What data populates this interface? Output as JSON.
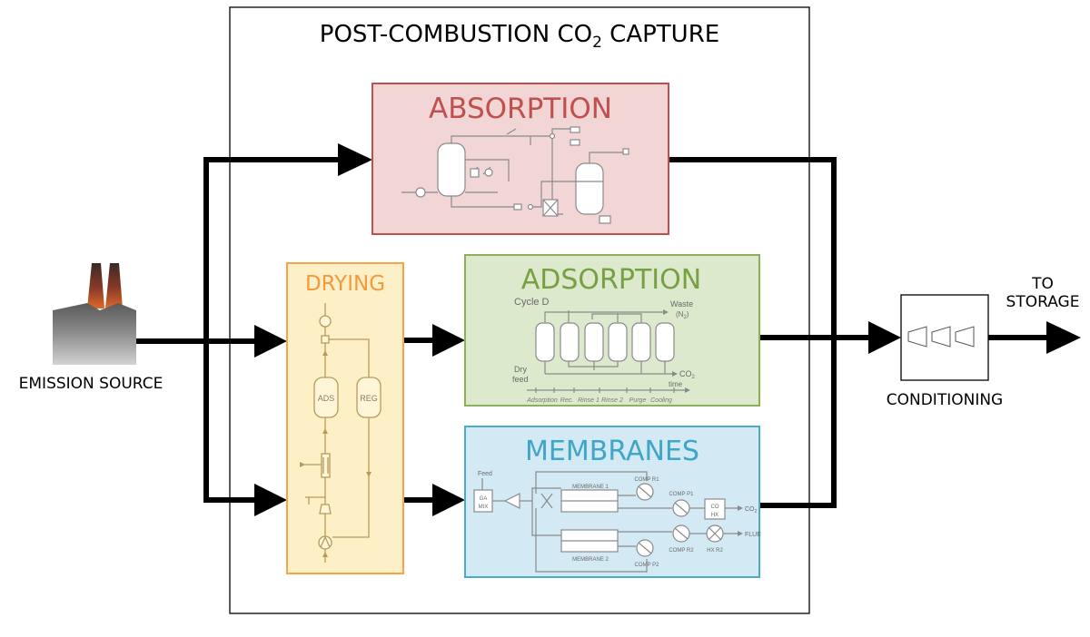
{
  "title": {
    "prefix": "POST-COMBUSTION CO",
    "subscript": "2",
    "suffix": " CAPTURE"
  },
  "source": {
    "label": "EMISSION SOURCE"
  },
  "destination": {
    "line1": "TO",
    "line2": "STORAGE"
  },
  "conditioning": {
    "label": "CONDITIONING"
  },
  "blocks": {
    "absorption": {
      "title": "ABSORPTION",
      "fill": "#f2d6d6",
      "stroke": "#c0504d",
      "title_color": "#c0504d"
    },
    "drying": {
      "title": "DRYING",
      "fill": "#fdefc6",
      "stroke": "#f7a34b",
      "title_color": "#f39a3c",
      "labels": {
        "ads": "ADS",
        "reg": "REG"
      }
    },
    "adsorption": {
      "title": "ADSORPTION",
      "fill": "#dde9cd",
      "stroke": "#8db05a",
      "title_color": "#77a043",
      "labels": {
        "cycle": "Cycle D",
        "waste": "Waste",
        "waste_sub": "(N",
        "waste_sub2": "2",
        "waste_close": ")",
        "dry": "Dry",
        "feed": "feed",
        "co2": "CO",
        "co2_sub": "2",
        "time": "time",
        "steps": [
          "Adsorption",
          "Rec.",
          "Rinse 1",
          "Rinse 2",
          "Purge",
          "Cooling"
        ]
      }
    },
    "membranes": {
      "title": "MEMBRANES",
      "fill": "#d3e9f3",
      "stroke": "#4bacc6",
      "title_color": "#3fa6c7",
      "labels": {
        "feed": "Feed",
        "ga": "GA",
        "mix": "MIX",
        "membrane1": "MEMBRANE 1",
        "membrane2": "MEMBRANE 2",
        "comp_r1": "COMP R1",
        "comp_p1": "COMP P1",
        "comp_r2": "COMP R2",
        "comp_p2": "COMP P2",
        "hx_r2": "HX R2",
        "co2hx_top": "CO",
        "co2hx_bottom": "HX",
        "co2_out": "CO",
        "co2_out_sub": "2",
        "flue": "FLUE"
      }
    }
  },
  "icons": {
    "factory": "factory-icon",
    "compressor": "compressor-stage-icon"
  }
}
